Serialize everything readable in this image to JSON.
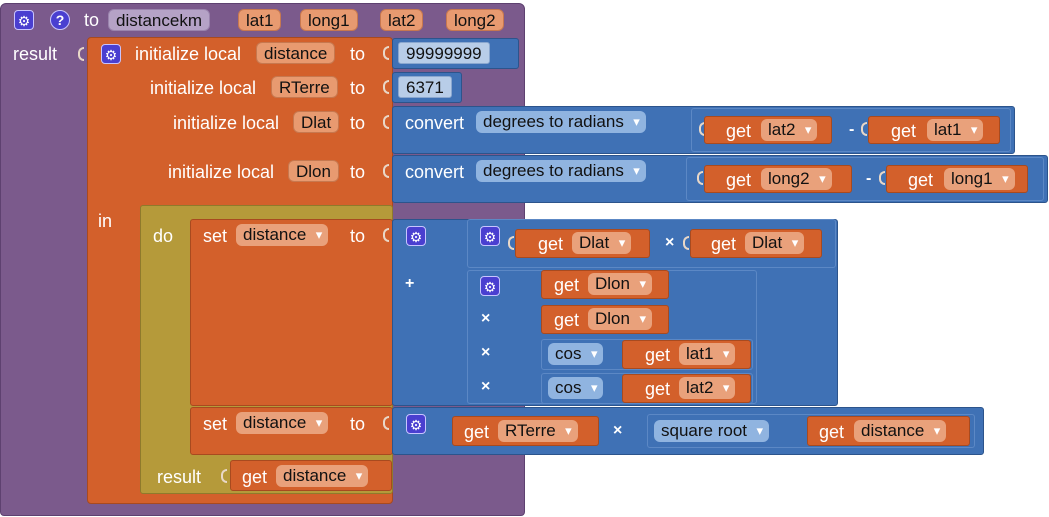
{
  "procedure": {
    "to_label": "to",
    "name": "distancekm",
    "params": [
      "lat1",
      "long1",
      "lat2",
      "long2"
    ],
    "result_label": "result"
  },
  "locals": {
    "init_label": "initialize local",
    "to_label": "to",
    "items": [
      {
        "name": "distance",
        "value": "99999999"
      },
      {
        "name": "RTerre",
        "value": "6371"
      },
      {
        "name": "Dlat",
        "convert_label": "convert",
        "convert_mode": "degrees to radians",
        "left": "lat2",
        "right": "lat1",
        "op": "-"
      },
      {
        "name": "Dlon",
        "convert_label": "convert",
        "convert_mode": "degrees to radians",
        "left": "long2",
        "right": "long1",
        "op": "-"
      }
    ],
    "in_label": "in"
  },
  "do_block": {
    "do_label": "do",
    "set_label": "set",
    "to_label": "to",
    "set1_var": "distance",
    "sum": {
      "plus": "+",
      "times": "×",
      "term1": {
        "a": "Dlat",
        "b": "Dlat"
      },
      "term2": {
        "a": "Dlon",
        "b": "Dlon",
        "cos_label": "cos",
        "c": "lat1",
        "d": "lat2"
      }
    },
    "set2_var": "distance",
    "set2": {
      "a": "RTerre",
      "sqrt_label": "square root",
      "b": "distance"
    },
    "result_label": "result",
    "result_var": "distance"
  },
  "get_label": "get",
  "icons": {
    "gear": "gear-icon",
    "help": "help-icon"
  },
  "colors": {
    "procedure": "#7b5a8c",
    "local": "#d3602b",
    "control": "#b59a3a",
    "math": "#3f71b5"
  }
}
